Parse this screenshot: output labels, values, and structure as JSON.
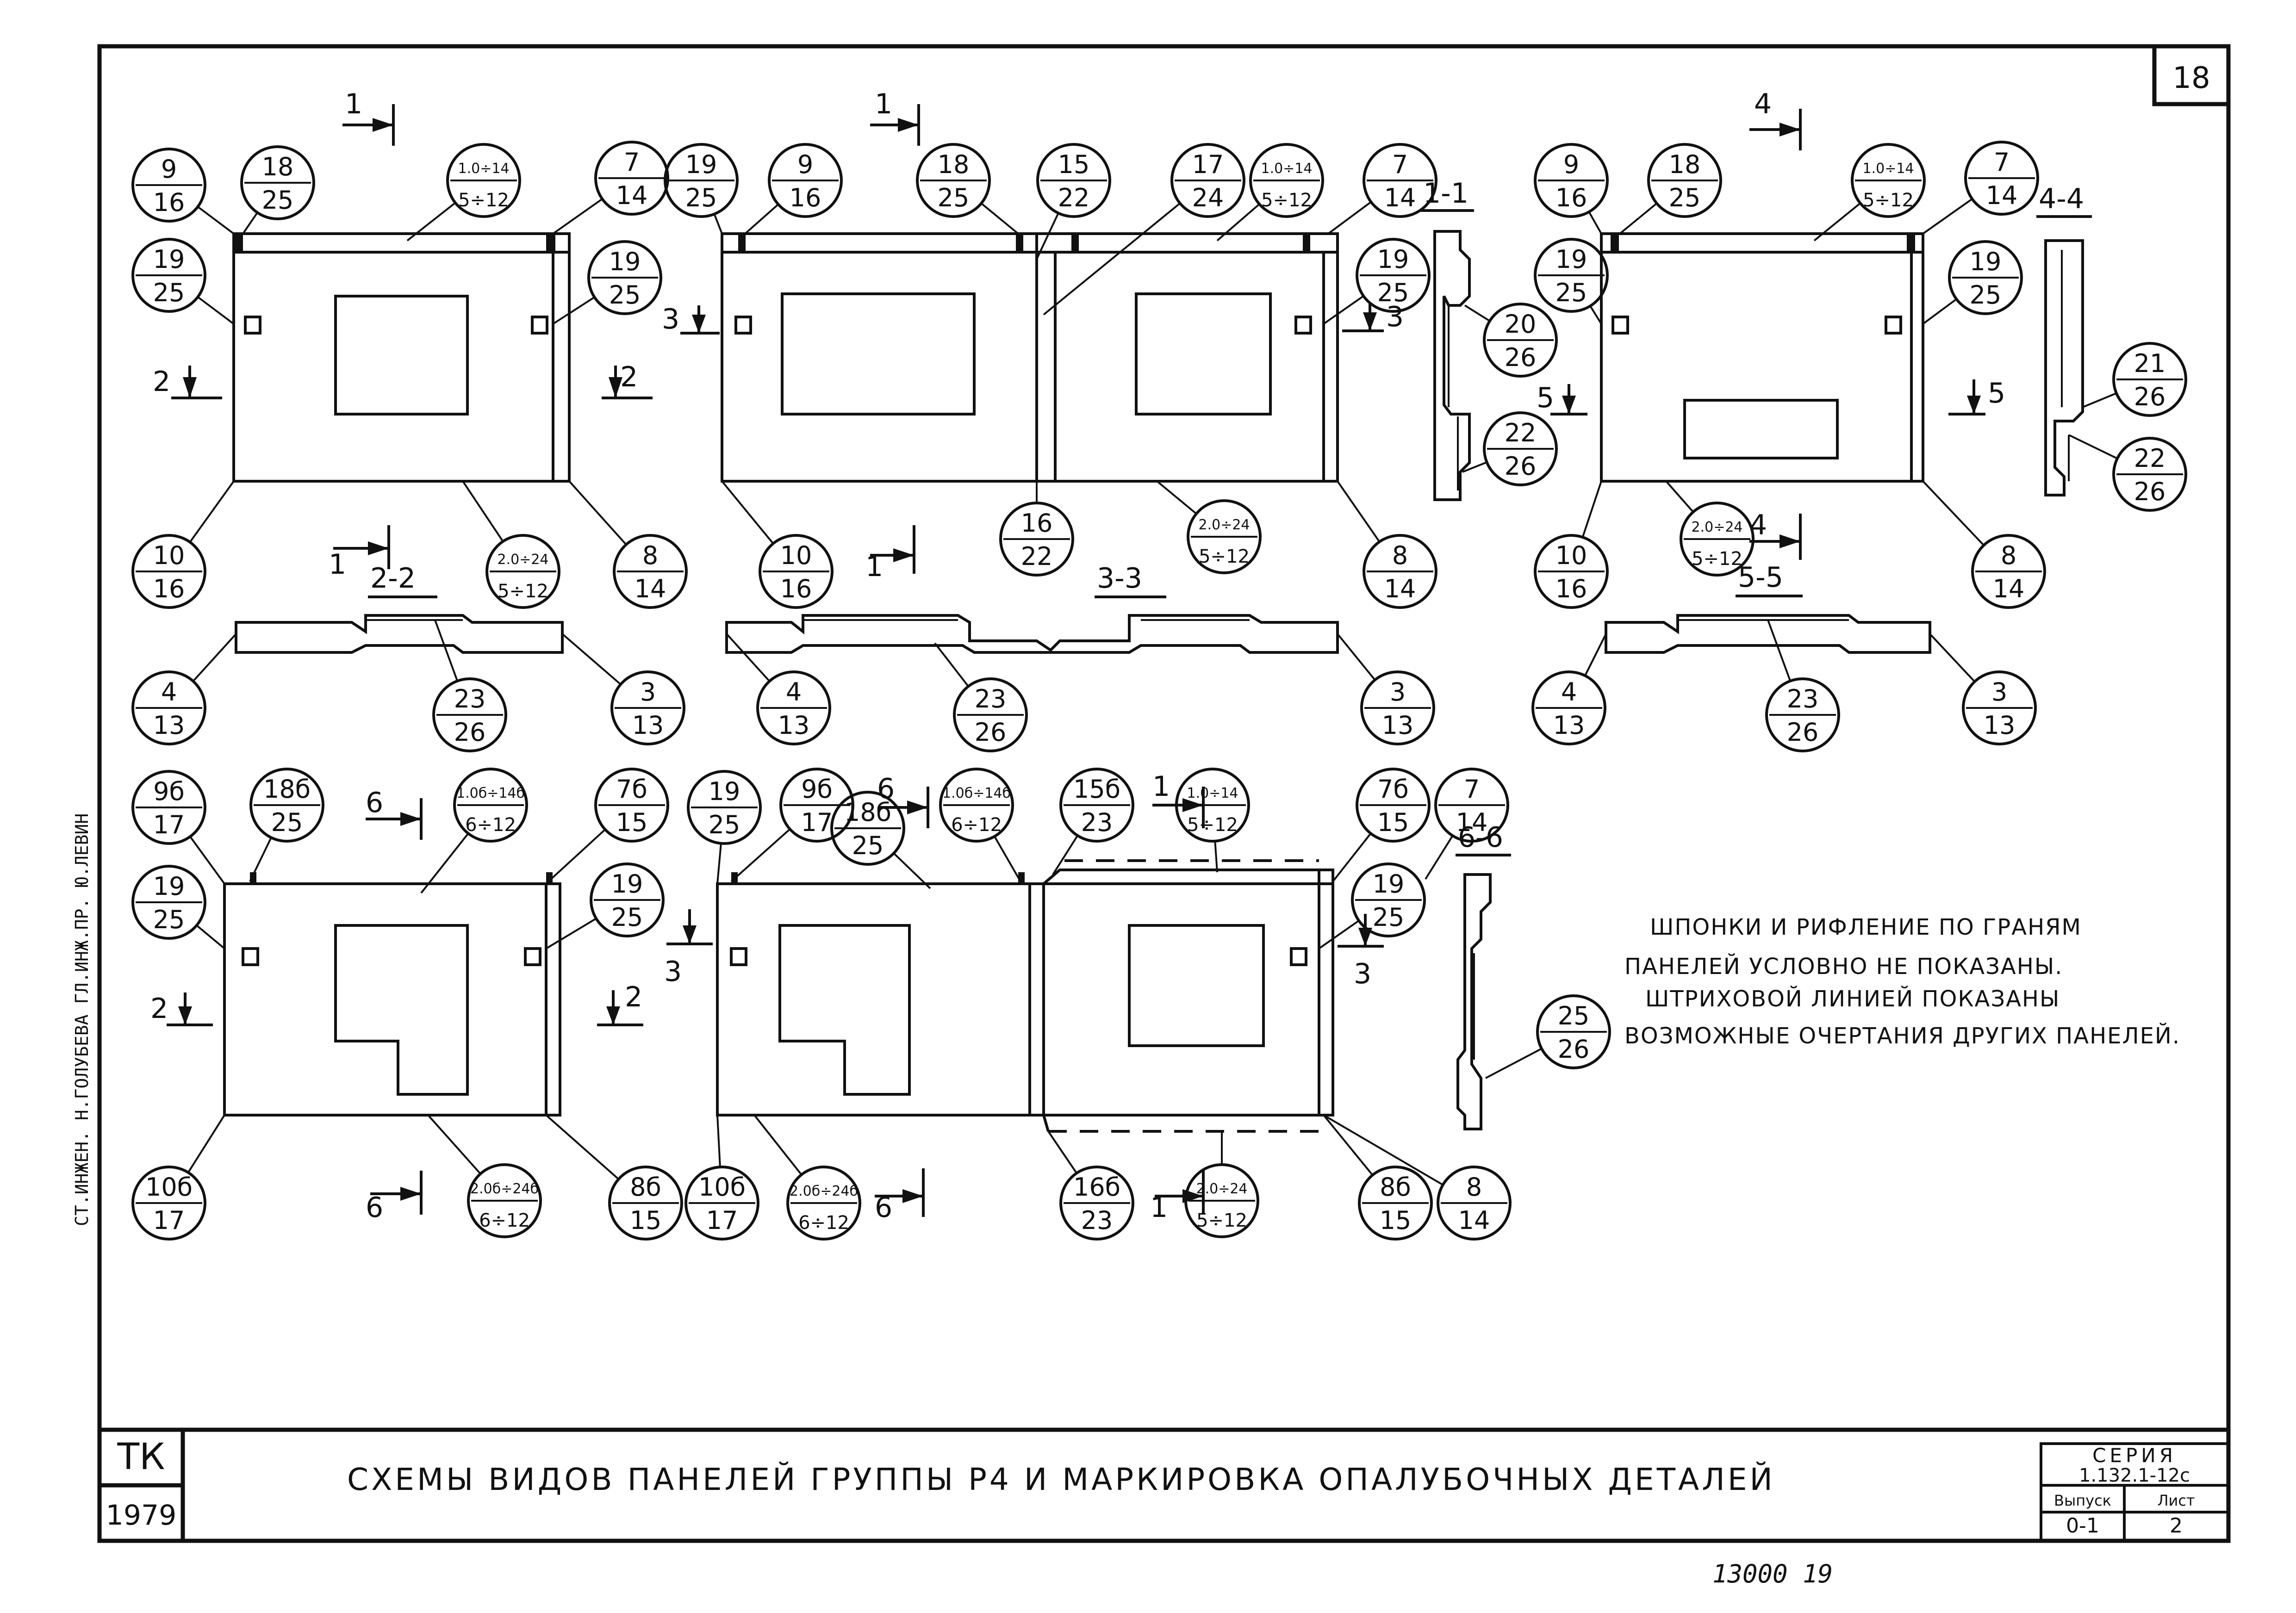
{
  "sheet_number": "18",
  "stamp": {
    "org": "ТК",
    "year": "1979"
  },
  "title_line": "СХЕМЫ ВИДОВ ПАНЕЛЕЙ ГРУППЫ Р4 И МАРКИРОВКА ОПАЛУБОЧНЫХ ДЕТАЛЕЙ",
  "series_block": {
    "label": "СЕРИЯ",
    "code": "1.132.1-12с",
    "issue_label": "Выпуск",
    "issue": "0-1",
    "sheet_label": "Лист",
    "sheet": "2"
  },
  "side_stamp": "СТ.ИНЖЕН.  Н.ГОЛУБЕВА  ГЛ.ИНЖ.ПР.  Ю.ЛЕВИН",
  "bottom_handwriting": "13000 19",
  "notes": [
    "ШПОНКИ И РИФЛЕНИЕ ПО ГРАНЯМ",
    "ПАНЕЛЕЙ УСЛОВНО НЕ ПОКАЗАНЫ.",
    "ШТРИХОВОЙ   ЛИНИЕЙ ПОКАЗАНЫ",
    "ВОЗМОЖНЫЕ ОЧЕРТАНИЯ ДРУГИХ ПАНЕЛЕЙ."
  ],
  "sections": [
    "1-1",
    "2-2",
    "3-3",
    "4-4",
    "5-5",
    "6-6"
  ],
  "cut_marks": [
    "1",
    "2",
    "3",
    "4",
    "5",
    "6"
  ],
  "bubbles": [
    {
      "t": "9",
      "b": "16"
    },
    {
      "t": "18",
      "b": "25"
    },
    {
      "t": "1.0÷14",
      "b": "5÷12"
    },
    {
      "t": "7",
      "b": "14"
    },
    {
      "t": "19",
      "b": "25"
    },
    {
      "t": "19",
      "b": "25"
    },
    {
      "t": "10",
      "b": "16"
    },
    {
      "t": "2.0÷24",
      "b": "5÷12"
    },
    {
      "t": "8",
      "b": "14"
    },
    {
      "t": "4",
      "b": "13"
    },
    {
      "t": "23",
      "b": "26"
    },
    {
      "t": "3",
      "b": "13"
    },
    {
      "t": "19",
      "b": "25"
    },
    {
      "t": "9",
      "b": "16"
    },
    {
      "t": "18",
      "b": "25"
    },
    {
      "t": "15",
      "b": "22"
    },
    {
      "t": "17",
      "b": "24"
    },
    {
      "t": "1.0÷14",
      "b": "5÷12"
    },
    {
      "t": "7",
      "b": "14"
    },
    {
      "t": "19",
      "b": "25"
    },
    {
      "t": "10",
      "b": "16"
    },
    {
      "t": "16",
      "b": "22"
    },
    {
      "t": "2.0÷24",
      "b": "5÷12"
    },
    {
      "t": "8",
      "b": "14"
    },
    {
      "t": "4",
      "b": "13"
    },
    {
      "t": "23",
      "b": "26"
    },
    {
      "t": "3",
      "b": "13"
    },
    {
      "t": "20",
      "b": "26"
    },
    {
      "t": "22",
      "b": "26"
    },
    {
      "t": "9",
      "b": "16"
    },
    {
      "t": "18",
      "b": "25"
    },
    {
      "t": "1.0÷14",
      "b": "5÷12"
    },
    {
      "t": "7",
      "b": "14"
    },
    {
      "t": "19",
      "b": "25"
    },
    {
      "t": "19",
      "b": "25"
    },
    {
      "t": "10",
      "b": "16"
    },
    {
      "t": "2.0÷24",
      "b": "5÷12"
    },
    {
      "t": "8",
      "b": "14"
    },
    {
      "t": "4",
      "b": "13"
    },
    {
      "t": "23",
      "b": "26"
    },
    {
      "t": "3",
      "b": "13"
    },
    {
      "t": "21",
      "b": "26"
    },
    {
      "t": "22",
      "b": "26"
    },
    {
      "t": "9б",
      "b": "17"
    },
    {
      "t": "18б",
      "b": "25"
    },
    {
      "t": "1.0б÷14б",
      "b": "6÷12"
    },
    {
      "t": "7б",
      "b": "15"
    },
    {
      "t": "19",
      "b": "25"
    },
    {
      "t": "19",
      "b": "25"
    },
    {
      "t": "10б",
      "b": "17"
    },
    {
      "t": "2.0б÷24б",
      "b": "6÷12"
    },
    {
      "t": "8б",
      "b": "15"
    },
    {
      "t": "19",
      "b": "25"
    },
    {
      "t": "9б",
      "b": "17"
    },
    {
      "t": "18б",
      "b": "25"
    },
    {
      "t": "1.0б÷14б",
      "b": "6÷12"
    },
    {
      "t": "15б",
      "b": "23"
    },
    {
      "t": "1.0÷14",
      "b": "5÷12"
    },
    {
      "t": "7б",
      "b": "15"
    },
    {
      "t": "7",
      "b": "14"
    },
    {
      "t": "19",
      "b": "25"
    },
    {
      "t": "10б",
      "b": "17"
    },
    {
      "t": "2.0б÷24б",
      "b": "6÷12"
    },
    {
      "t": "16б",
      "b": "23"
    },
    {
      "t": "2.0÷24",
      "b": "5÷12"
    },
    {
      "t": "8б",
      "b": "15"
    },
    {
      "t": "8",
      "b": "14"
    },
    {
      "t": "25",
      "b": "26"
    }
  ]
}
